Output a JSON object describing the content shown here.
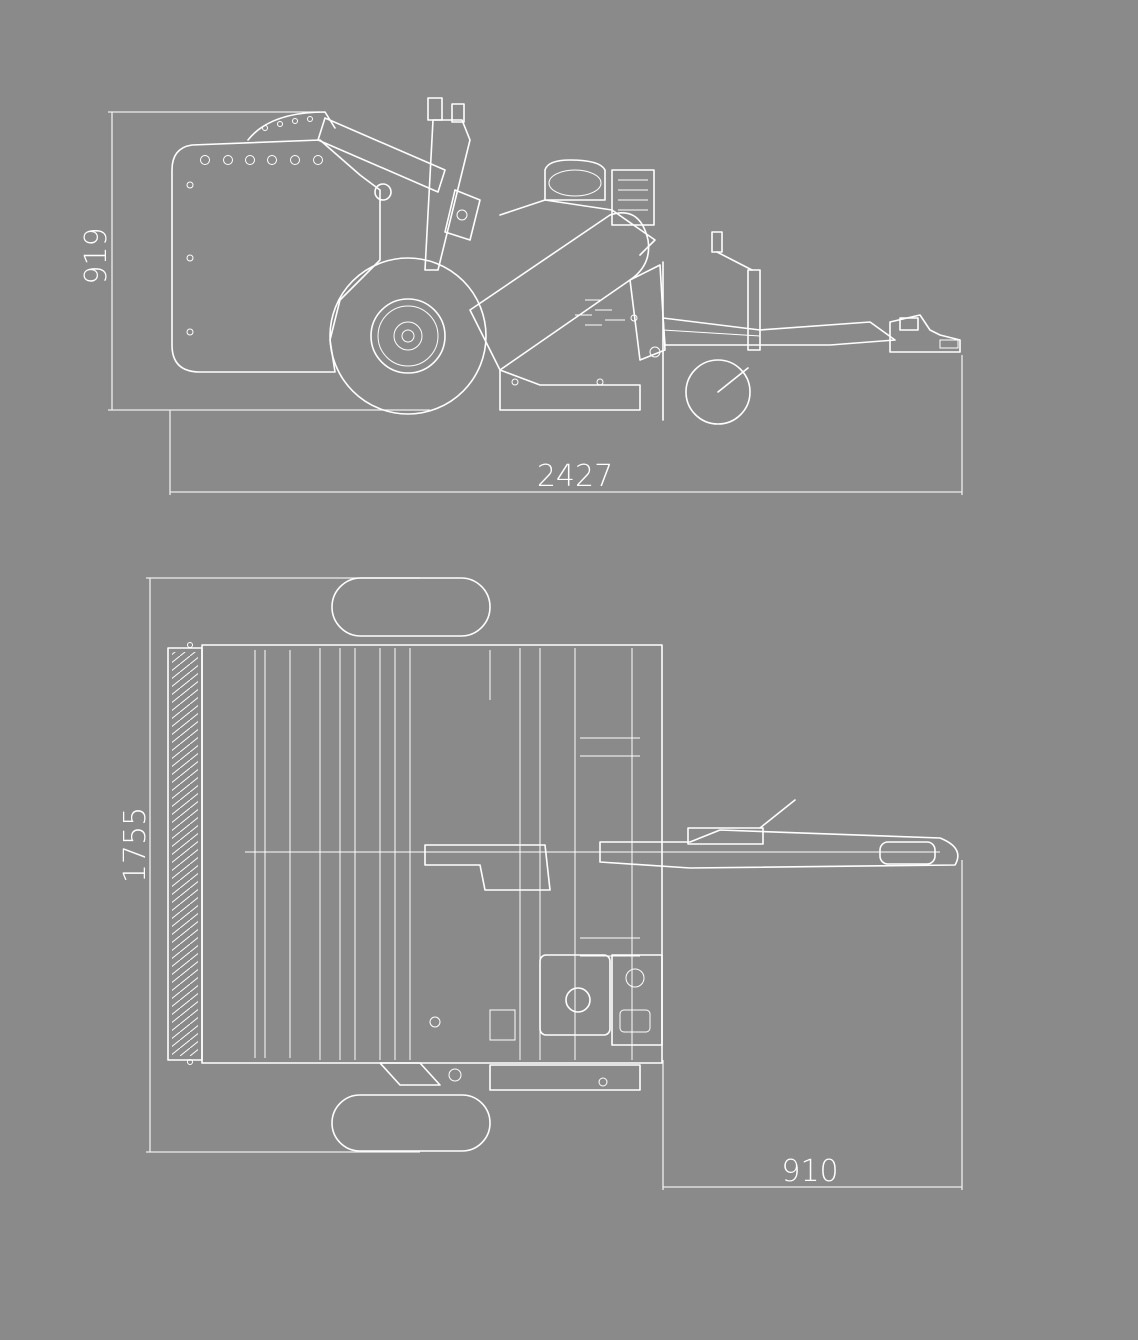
{
  "colors": {
    "background": "#8a8a8a",
    "lines": "#ffffff"
  },
  "side_view": {
    "height_label": "919",
    "length_label": "2427"
  },
  "top_view": {
    "width_label": "1755",
    "drawbar_label": "910"
  }
}
